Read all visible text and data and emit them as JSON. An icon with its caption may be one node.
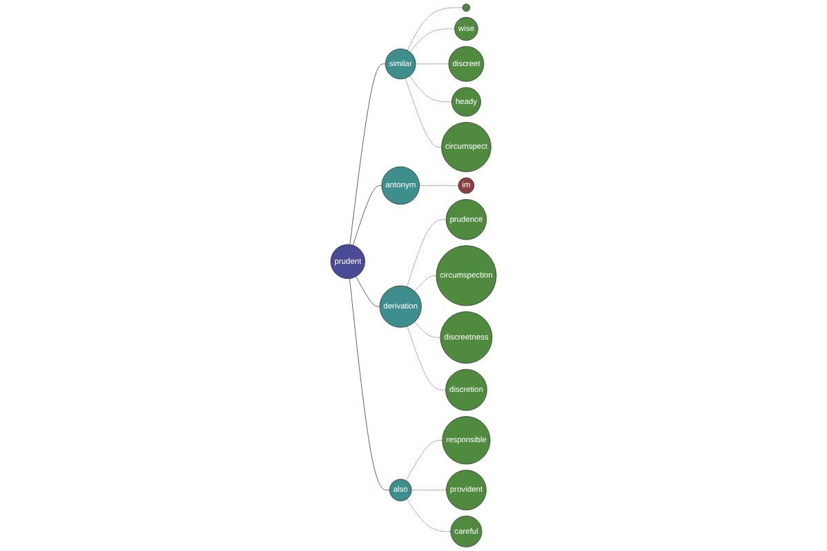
{
  "diagram": {
    "nodes": [
      {
        "text": [
          "prudent"
        ]
      },
      {
        "text": [
          "similar"
        ]
      },
      {
        "text": [],
        "shape": "circle"
      },
      {
        "text": [
          "wise"
        ]
      },
      {
        "text": [
          "discreet"
        ]
      },
      {
        "text": [
          "heady"
        ]
      },
      {
        "text": [
          "circumspect"
        ]
      },
      {
        "text": [
          "antonym"
        ]
      },
      {
        "text": [
          "im"
        ]
      },
      {
        "text": [
          "derivation"
        ]
      },
      {
        "text": [
          "prudence"
        ]
      },
      {
        "text": [
          "circumspection"
        ]
      },
      {
        "text": [
          "discreetness"
        ]
      },
      {
        "text": [
          "discretion"
        ]
      },
      {
        "text": [
          "also"
        ]
      },
      {
        "text": [
          "responsible"
        ]
      },
      {
        "text": [
          "provident"
        ]
      },
      {
        "text": [
          "careful"
        ]
      }
    ],
    "edges": [
      {
        "from": 0,
        "to": 1,
        "arrow": "none"
      },
      {
        "from": 1,
        "to": 2,
        "arrow": "none",
        "style": "dashed"
      },
      {
        "from": 1,
        "to": 3,
        "arrow": "none",
        "style": "dashed"
      },
      {
        "from": 1,
        "to": 4,
        "arrow": "none",
        "style": "dashed"
      },
      {
        "from": 1,
        "to": 5,
        "arrow": "none",
        "style": "dashed"
      },
      {
        "from": 1,
        "to": 6,
        "arrow": "none",
        "style": "dashed"
      },
      {
        "from": 0,
        "to": 7,
        "arrow": "none"
      },
      {
        "from": 7,
        "to": 8,
        "arrow": "none",
        "style": "dashed"
      },
      {
        "from": 0,
        "to": 9,
        "arrow": "none"
      },
      {
        "from": 9,
        "to": 10,
        "arrow": "none",
        "style": "dashed"
      },
      {
        "from": 9,
        "to": 11,
        "arrow": "none",
        "style": "dashed"
      },
      {
        "from": 9,
        "to": 12,
        "arrow": "none",
        "style": "dashed"
      },
      {
        "from": 9,
        "to": 13,
        "arrow": "none",
        "style": "dashed"
      },
      {
        "from": 0,
        "to": 14,
        "arrow": "none"
      },
      {
        "from": 14,
        "to": 15,
        "arrow": "none",
        "style": "dashed"
      },
      {
        "from": 14,
        "to": 16,
        "arrow": "none",
        "style": "dashed"
      },
      {
        "from": 14,
        "to": 17,
        "arrow": "none",
        "style": "dashed"
      }
    ]
  }
}
